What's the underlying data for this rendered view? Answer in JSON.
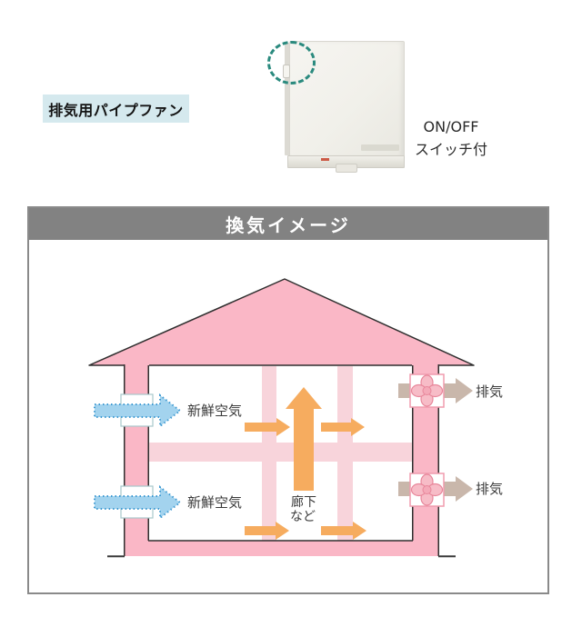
{
  "product_section": {
    "label": "排気用パイプファン",
    "note_line1": "ON/OFF",
    "note_line2": "スイッチ付",
    "icons": {
      "fan_unit_photo": "white wall-mounted pipe fan unit",
      "switch_highlight": "teal dashed circle around ON/OFF switch"
    }
  },
  "ventilation_panel": {
    "title": "換気イメージ",
    "labels": {
      "fresh_air_1": "新鮮空気",
      "fresh_air_2": "新鮮空気",
      "exhaust_1": "排気",
      "exhaust_2": "排気",
      "corridor_line1": "廊下",
      "corridor_line2": "など"
    }
  },
  "colors": {
    "label_bg": "#d5e9ee",
    "header_bg": "#828282",
    "panel_border": "#8a8a8a",
    "roof_wall_pink": "#fab7c6",
    "interior_pink": "#f8d4db",
    "orange_arrow": "#f6ac5f",
    "fresh_air_fill": "#a3d3ee",
    "fresh_air_stroke": "#3f9ad2",
    "exhaust_arrow": "#c9b7ab",
    "fan_petal_pink": "#f7bcc7",
    "fan_box_stroke": "#f09cae",
    "highlight_teal": "#2a8a7e",
    "outline_black": "#2f2f2f"
  }
}
